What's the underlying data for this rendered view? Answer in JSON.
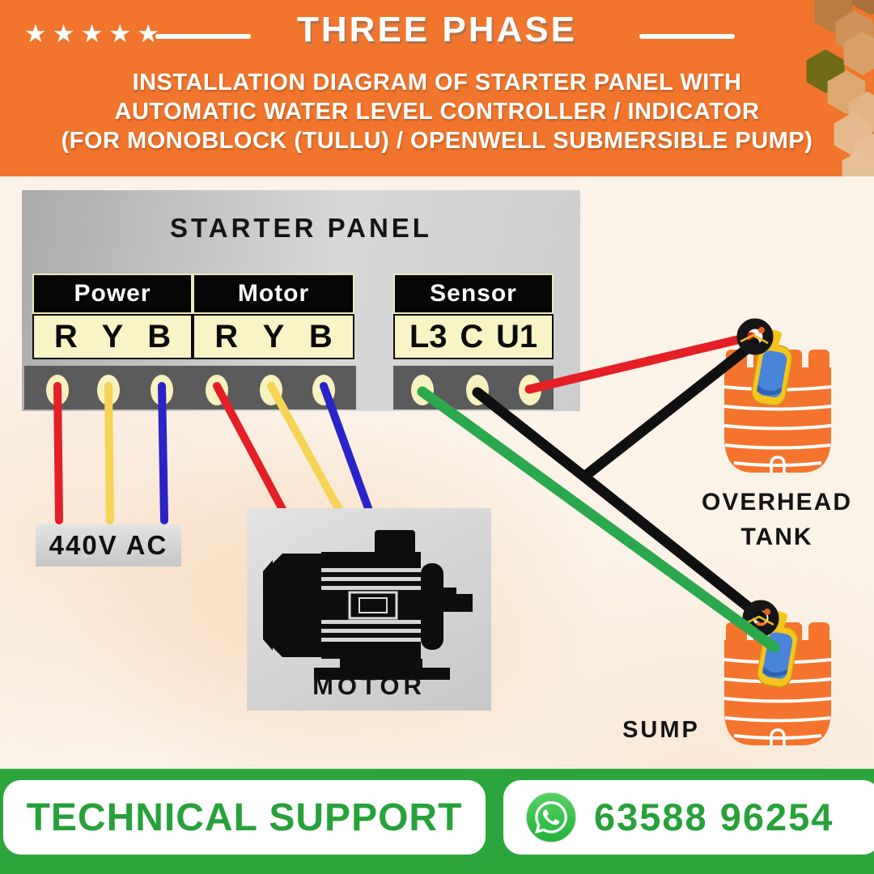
{
  "header": {
    "stars": [
      "★",
      "★",
      "★",
      "★",
      "★"
    ],
    "title": "THREE PHASE",
    "subtitle_lines": [
      "INSTALLATION DIAGRAM OF STARTER PANEL WITH",
      "AUTOMATIC WATER LEVEL CONTROLLER / INDICATOR",
      "(FOR MONOBLOCK (TULLU) / OPENWELL SUBMERSIBLE PUMP)"
    ]
  },
  "panel": {
    "title": "STARTER PANEL",
    "groups": [
      {
        "label": "Power",
        "terminals": [
          "R",
          "Y",
          "B"
        ]
      },
      {
        "label": "Motor",
        "terminals": [
          "R",
          "Y",
          "B"
        ]
      },
      {
        "label": "Sensor",
        "terminals": [
          "L3",
          "C",
          "U1"
        ]
      }
    ]
  },
  "diagram": {
    "voltage_label": "440V AC",
    "motor_label": "MOTOR",
    "overhead_tank_label_line1": "OVERHEAD",
    "overhead_tank_label_line2": "TANK",
    "sump_label": "SUMP"
  },
  "wires": [
    {
      "from": "power-R",
      "to": "440v-supply",
      "color": "#E41F26"
    },
    {
      "from": "power-Y",
      "to": "440v-supply",
      "color": "#F7D356"
    },
    {
      "from": "power-B",
      "to": "440v-supply",
      "color": "#2A23C8"
    },
    {
      "from": "motor-R",
      "to": "motor",
      "color": "#E41F26"
    },
    {
      "from": "motor-Y",
      "to": "motor",
      "color": "#F7D356"
    },
    {
      "from": "motor-B",
      "to": "motor",
      "color": "#2A23C8"
    },
    {
      "from": "sensor-L3",
      "to": "sump-float",
      "color": "#2BA84C"
    },
    {
      "from": "sensor-C",
      "to": "sump-float-via-junction",
      "color": "#101010"
    },
    {
      "from": "sensor-C-junction",
      "to": "overhead-float",
      "color": "#101010"
    },
    {
      "from": "sensor-U1",
      "to": "overhead-float",
      "color": "#E41F26"
    }
  ],
  "footer": {
    "support_label": "TECHNICAL SUPPORT",
    "phone": "63588 96254",
    "whatsapp_icon": "whatsapp"
  },
  "colors": {
    "header_orange": "#F1752C",
    "footer_green": "#2CA63C",
    "green_text": "#27A13A",
    "panel_gray": "#C8C8C8",
    "strip_gray": "#5B5B5B",
    "terminal_cream": "#F6F1BE",
    "label_cream": "#F8F4C5",
    "tank_orange": "#F4742E",
    "float_yellow": "#F3C51E",
    "float_blue": "#4884D8"
  }
}
